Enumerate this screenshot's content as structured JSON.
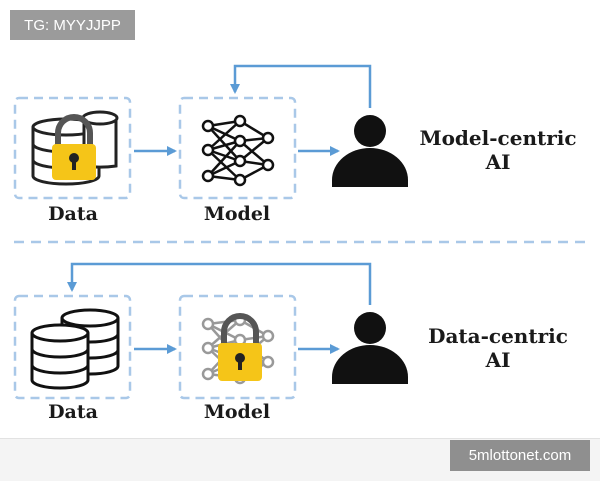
{
  "watermark_top": "TG: MYYJJPP",
  "watermark_bottom": "5mlottonet.com",
  "colors": {
    "arrow": "#5b9bd5",
    "box_border": "#a9c8e8",
    "lock_body": "#f5c518",
    "icon_dark": "#111111"
  },
  "model_centric": {
    "title_line1": "Model-centric",
    "title_line2": "AI",
    "data_label": "Data",
    "model_label": "Model"
  },
  "data_centric": {
    "title_line1": "Data-centric",
    "title_line2": "AI",
    "data_label": "Data",
    "model_label": "Model"
  }
}
